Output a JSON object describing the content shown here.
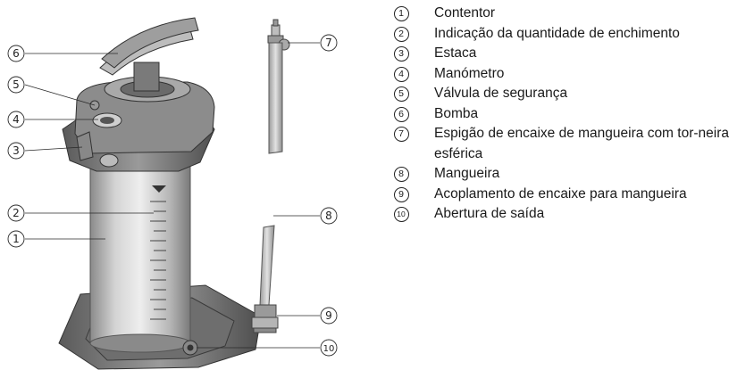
{
  "legend": [
    {
      "num": "1",
      "text": "Contentor"
    },
    {
      "num": "2",
      "text": "Indicação da quantidade de enchimento"
    },
    {
      "num": "3",
      "text": "Estaca"
    },
    {
      "num": "4",
      "text": "Manómetro"
    },
    {
      "num": "5",
      "text": "Válvula de segurança"
    },
    {
      "num": "6",
      "text": "Bomba"
    },
    {
      "num": "7",
      "text": "Espigão de encaixe de mangueira com tor-neira esférica"
    },
    {
      "num": "8",
      "text": "Mangueira"
    },
    {
      "num": "9",
      "text": "Acoplamento de encaixe para mangueira"
    },
    {
      "num": "10",
      "text": "Abertura de saída"
    }
  ],
  "callouts": [
    "6",
    "5",
    "4",
    "3",
    "2",
    "1",
    "7",
    "8",
    "9",
    "10"
  ]
}
